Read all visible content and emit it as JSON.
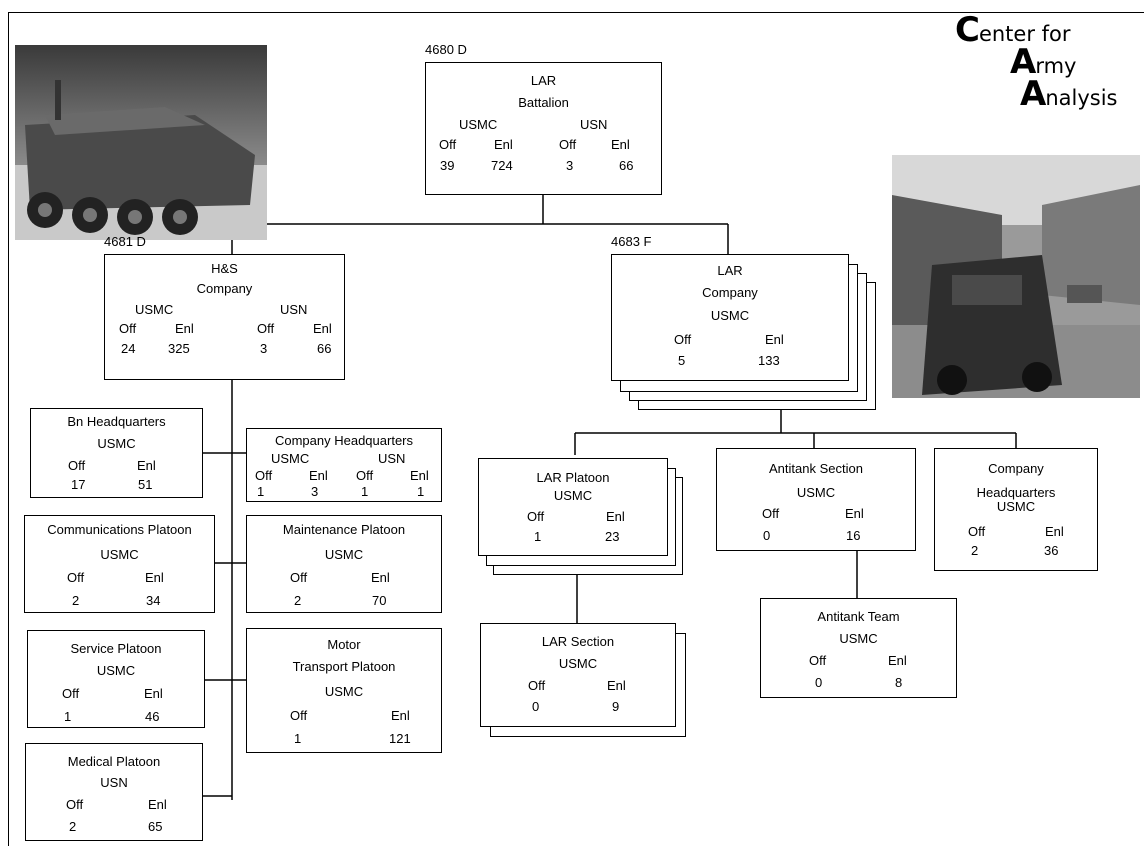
{
  "logo": {
    "line1_initial": "C",
    "line1_rest": "enter for",
    "line2_initial": "A",
    "line2_rest": "rmy",
    "line3_initial": "A",
    "line3_rest": "nalysis"
  },
  "battalion": {
    "code": "4680 D",
    "title1": "LAR",
    "title2": "Battalion",
    "org1": "USMC",
    "org2": "USN",
    "h_off": "Off",
    "h_enl": "Enl",
    "usmc_off": "39",
    "usmc_enl": "724",
    "usn_off": "3",
    "usn_enl": "66"
  },
  "hs_company": {
    "code": "4681 D",
    "title1": "H&S",
    "title2": "Company",
    "org1": "USMC",
    "org2": "USN",
    "h_off": "Off",
    "h_enl": "Enl",
    "usmc_off": "24",
    "usmc_enl": "325",
    "usn_off": "3",
    "usn_enl": "66"
  },
  "lar_company": {
    "code": "4683 F",
    "title1": "LAR",
    "title2": "Company",
    "org": "USMC",
    "h_off": "Off",
    "h_enl": "Enl",
    "off": "5",
    "enl": "133"
  },
  "bn_hq": {
    "title": "Bn Headquarters",
    "org": "USMC",
    "h_off": "Off",
    "h_enl": "Enl",
    "off": "17",
    "enl": "51"
  },
  "company_hq_hs": {
    "title": "Company Headquarters",
    "org1": "USMC",
    "org2": "USN",
    "h_off": "Off",
    "h_enl": "Enl",
    "usmc_off": "1",
    "usmc_enl": "3",
    "usn_off": "1",
    "usn_enl": "1"
  },
  "comm_platoon": {
    "title": "Communications Platoon",
    "org": "USMC",
    "h_off": "Off",
    "h_enl": "Enl",
    "off": "2",
    "enl": "34"
  },
  "maint_platoon": {
    "title": "Maintenance Platoon",
    "org": "USMC",
    "h_off": "Off",
    "h_enl": "Enl",
    "off": "2",
    "enl": "70"
  },
  "service_platoon": {
    "title": "Service Platoon",
    "org": "USMC",
    "h_off": "Off",
    "h_enl": "Enl",
    "off": "1",
    "enl": "46"
  },
  "motor_platoon": {
    "title1": "Motor",
    "title2": "Transport Platoon",
    "org": "USMC",
    "h_off": "Off",
    "h_enl": "Enl",
    "off": "1",
    "enl": "121"
  },
  "medical_platoon": {
    "title": "Medical Platoon",
    "org": "USN",
    "h_off": "Off",
    "h_enl": "Enl",
    "off": "2",
    "enl": "65"
  },
  "lar_platoon": {
    "title": "LAR Platoon",
    "org": "USMC",
    "h_off": "Off",
    "h_enl": "Enl",
    "off": "1",
    "enl": "23"
  },
  "antitank_section": {
    "title": "Antitank Section",
    "org": "USMC",
    "h_off": "Off",
    "h_enl": "Enl",
    "off": "0",
    "enl": "16"
  },
  "company_hq_lar": {
    "title1": "Company",
    "title2": "Headquarters",
    "org": "USMC",
    "h_off": "Off",
    "h_enl": "Enl",
    "off": "2",
    "enl": "36"
  },
  "lar_section": {
    "title": "LAR Section",
    "org": "USMC",
    "h_off": "Off",
    "h_enl": "Enl",
    "off": "0",
    "enl": "9"
  },
  "antitank_team": {
    "title": "Antitank Team",
    "org": "USMC",
    "h_off": "Off",
    "h_enl": "Enl",
    "off": "0",
    "enl": "8"
  }
}
